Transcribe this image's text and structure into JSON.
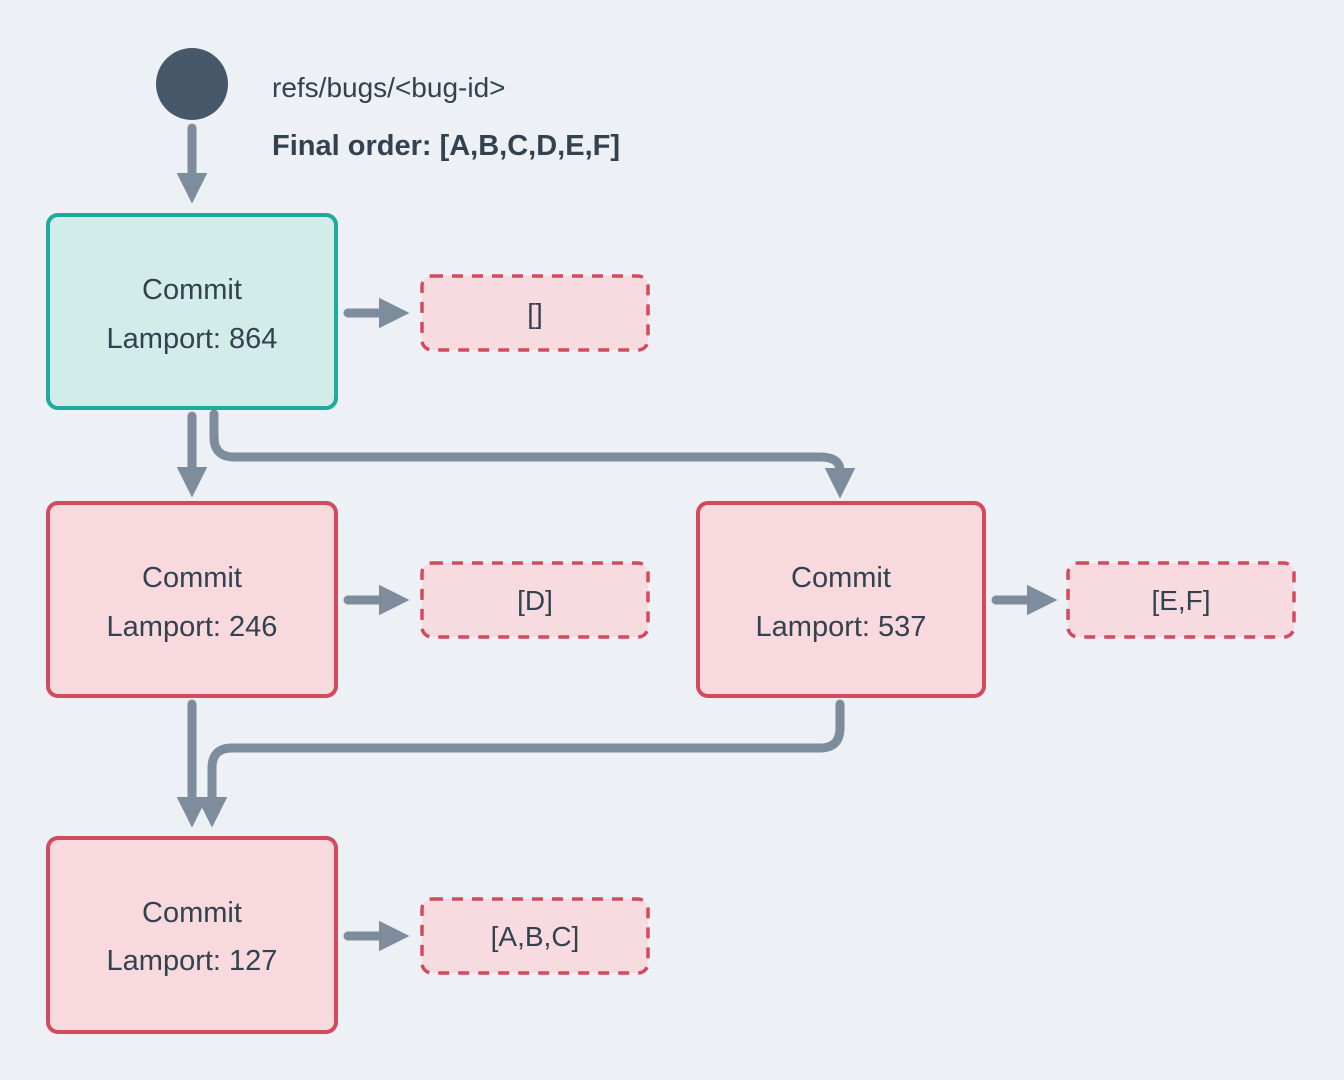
{
  "diagram": {
    "ref": {
      "label": "refs/bugs/<bug-id>"
    },
    "final_order": {
      "label": "Final order: [A,B,C,D,E,F]"
    },
    "nodes": {
      "head": {
        "title": "Commit",
        "lamport": "Lamport: 864"
      },
      "left": {
        "title": "Commit",
        "lamport": "Lamport: 246"
      },
      "right": {
        "title": "Commit",
        "lamport": "Lamport: 537"
      },
      "merge": {
        "title": "Commit",
        "lamport": "Lamport: 127"
      }
    },
    "operations": {
      "head": "[]",
      "left": "[D]",
      "right": "[E,F]",
      "merge": "[A,B,C]"
    },
    "colors": {
      "background": "#edf1f5",
      "ref_node_fill": "#46586a",
      "edge": "#7d8d9d",
      "text": "#33424e",
      "head_border": "#1fab9c",
      "head_fill": "#d2ede9",
      "commit_border": "#d34a5e",
      "commit_fill": "#f7d9de",
      "ops_border": "#d34a5e",
      "ops_fill": "#f8dbe0"
    }
  }
}
